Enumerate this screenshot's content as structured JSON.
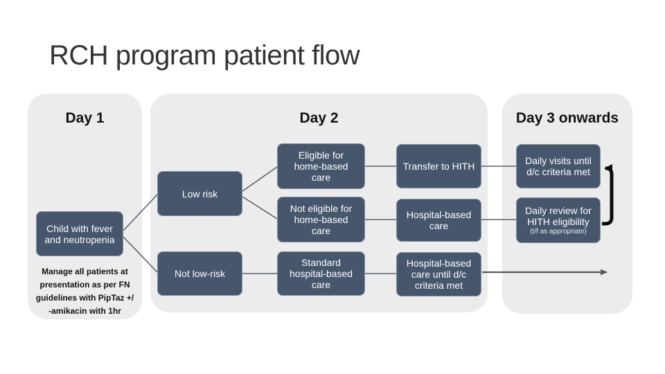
{
  "title": "RCH program patient flow",
  "columns": [
    {
      "header": "Day 1"
    },
    {
      "header": "Day 2"
    },
    {
      "header": "Day 3 onwards"
    }
  ],
  "nodes": [
    {
      "id": "child",
      "label": "Child with fever\nand neutropenia"
    },
    {
      "id": "low-risk",
      "label": "Low risk"
    },
    {
      "id": "not-low-risk",
      "label": "Not low-risk"
    },
    {
      "id": "eligible",
      "label": "Eligible for\nhome-based\ncare"
    },
    {
      "id": "not-eligible",
      "label": "Not eligible for\nhome-based\ncare"
    },
    {
      "id": "standard",
      "label": "Standard\nhospital-based\ncare"
    },
    {
      "id": "transfer",
      "label": "Transfer to HITH"
    },
    {
      "id": "hospital",
      "label": "Hospital-based\ncare"
    },
    {
      "id": "hospital-dc",
      "label": "Hospital-based\ncare until d/c\ncriteria met"
    },
    {
      "id": "daily-visits",
      "label": "Daily visits until\nd/c criteria met"
    },
    {
      "id": "daily-review",
      "label": "Daily review for\nHITH eligibility",
      "sublabel": "(t/f as appropriate)"
    }
  ],
  "note": "Manage all patients at\npresentation as per FN\nguidelines with PipTaz +/\n-amikacin with 1hr",
  "colors": {
    "node_fill": "#46566c",
    "node_border": "#8392a4",
    "node_text": "#ffffff",
    "panel_bg": "#ececec",
    "connector": "#57626e",
    "flow_arrow": "#595959",
    "loop_arrow": "#0b0b0b",
    "title_text": "#333333",
    "header_text": "#111111"
  }
}
